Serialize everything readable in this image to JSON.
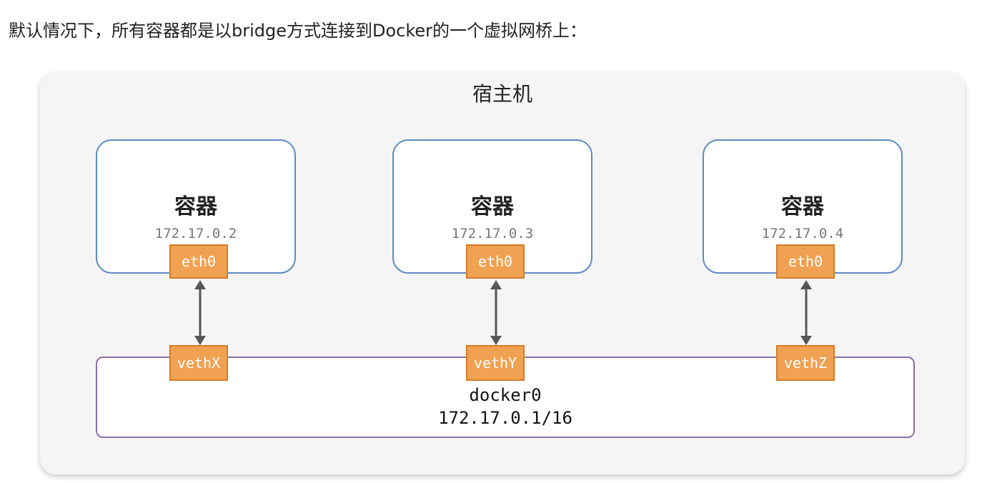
{
  "intro_text": "默认情况下，所有容器都是以bridge方式连接到Docker的一个虚拟网桥上：",
  "host_label": "宿主机",
  "containers": [
    {
      "label": "容器",
      "ip": "172.17.0.2",
      "iface": "eth0",
      "veth": "vethX"
    },
    {
      "label": "容器",
      "ip": "172.17.0.3",
      "iface": "eth0",
      "veth": "vethY"
    },
    {
      "label": "容器",
      "ip": "172.17.0.4",
      "iface": "eth0",
      "veth": "vethZ"
    }
  ],
  "bridge": {
    "name": "docker0",
    "ip": "172.17.0.1/16"
  },
  "colors": {
    "container_border": "#5c8ac2",
    "iface_fill": "#f1a152",
    "iface_border": "#d87b24",
    "bridge_border": "#8d6fa8",
    "host_background": "#f5f5f5"
  }
}
